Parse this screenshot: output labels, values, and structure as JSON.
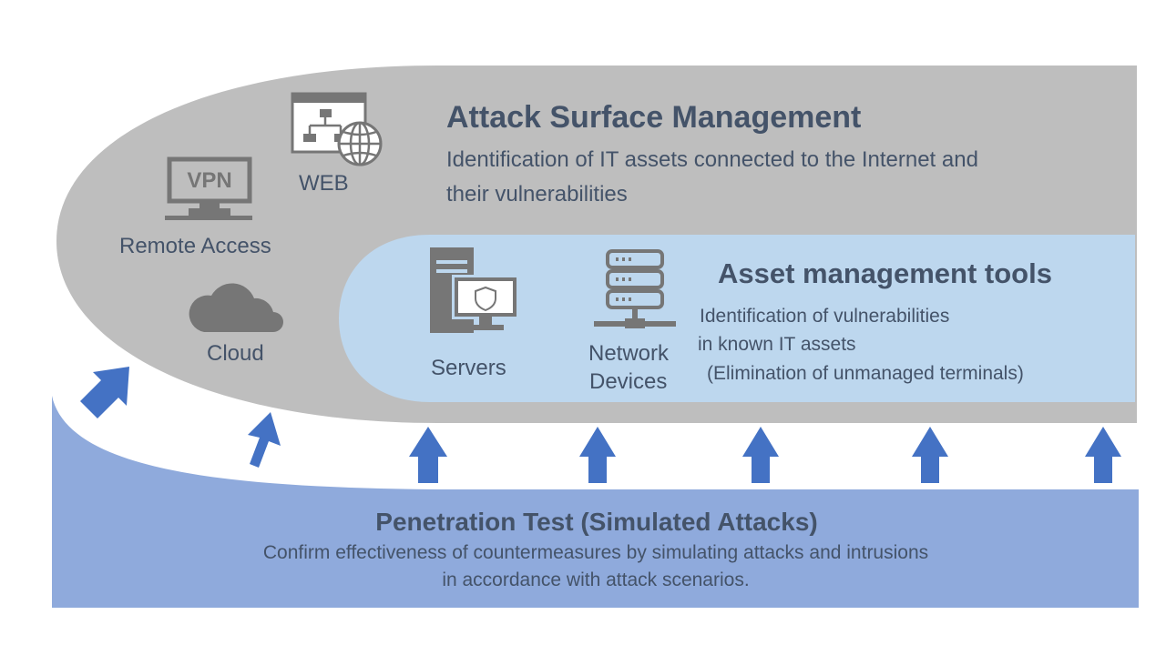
{
  "attack_surface": {
    "title": "Attack Surface Management",
    "description_line1": "Identification of IT assets connected to the Internet and",
    "description_line2": "their vulnerabilities"
  },
  "asset_tools": {
    "title": "Asset management tools",
    "description_line1": "Identification of vulnerabilities",
    "description_line2": "in known IT assets",
    "description_line3": "(Elimination of unmanaged terminals)"
  },
  "external_assets": {
    "web": "WEB",
    "vpn_badge": "VPN",
    "remote_access": "Remote Access",
    "cloud": "Cloud"
  },
  "internal_assets": {
    "servers": "Servers",
    "network_line1": "Network",
    "network_line2": "Devices"
  },
  "penetration_test": {
    "title": "Penetration Test (Simulated Attacks)",
    "description_line1": "Confirm effectiveness of countermeasures by simulating attacks and intrusions",
    "description_line2": "in accordance with attack scenarios."
  },
  "colors": {
    "outer_region": "#bebebe",
    "inner_region": "#bdd7ee",
    "base_band": "#8faadc",
    "arrow": "#4472c4",
    "icon": "#767676",
    "heading_text": "#445369",
    "label_text": "#5e6570"
  },
  "icons": {
    "web": "web-globe-icon",
    "remote_access": "vpn-terminal-icon",
    "cloud": "cloud-icon",
    "servers": "server-monitor-icon",
    "network_devices": "network-rack-icon",
    "arrows": "up-arrow-icon"
  }
}
